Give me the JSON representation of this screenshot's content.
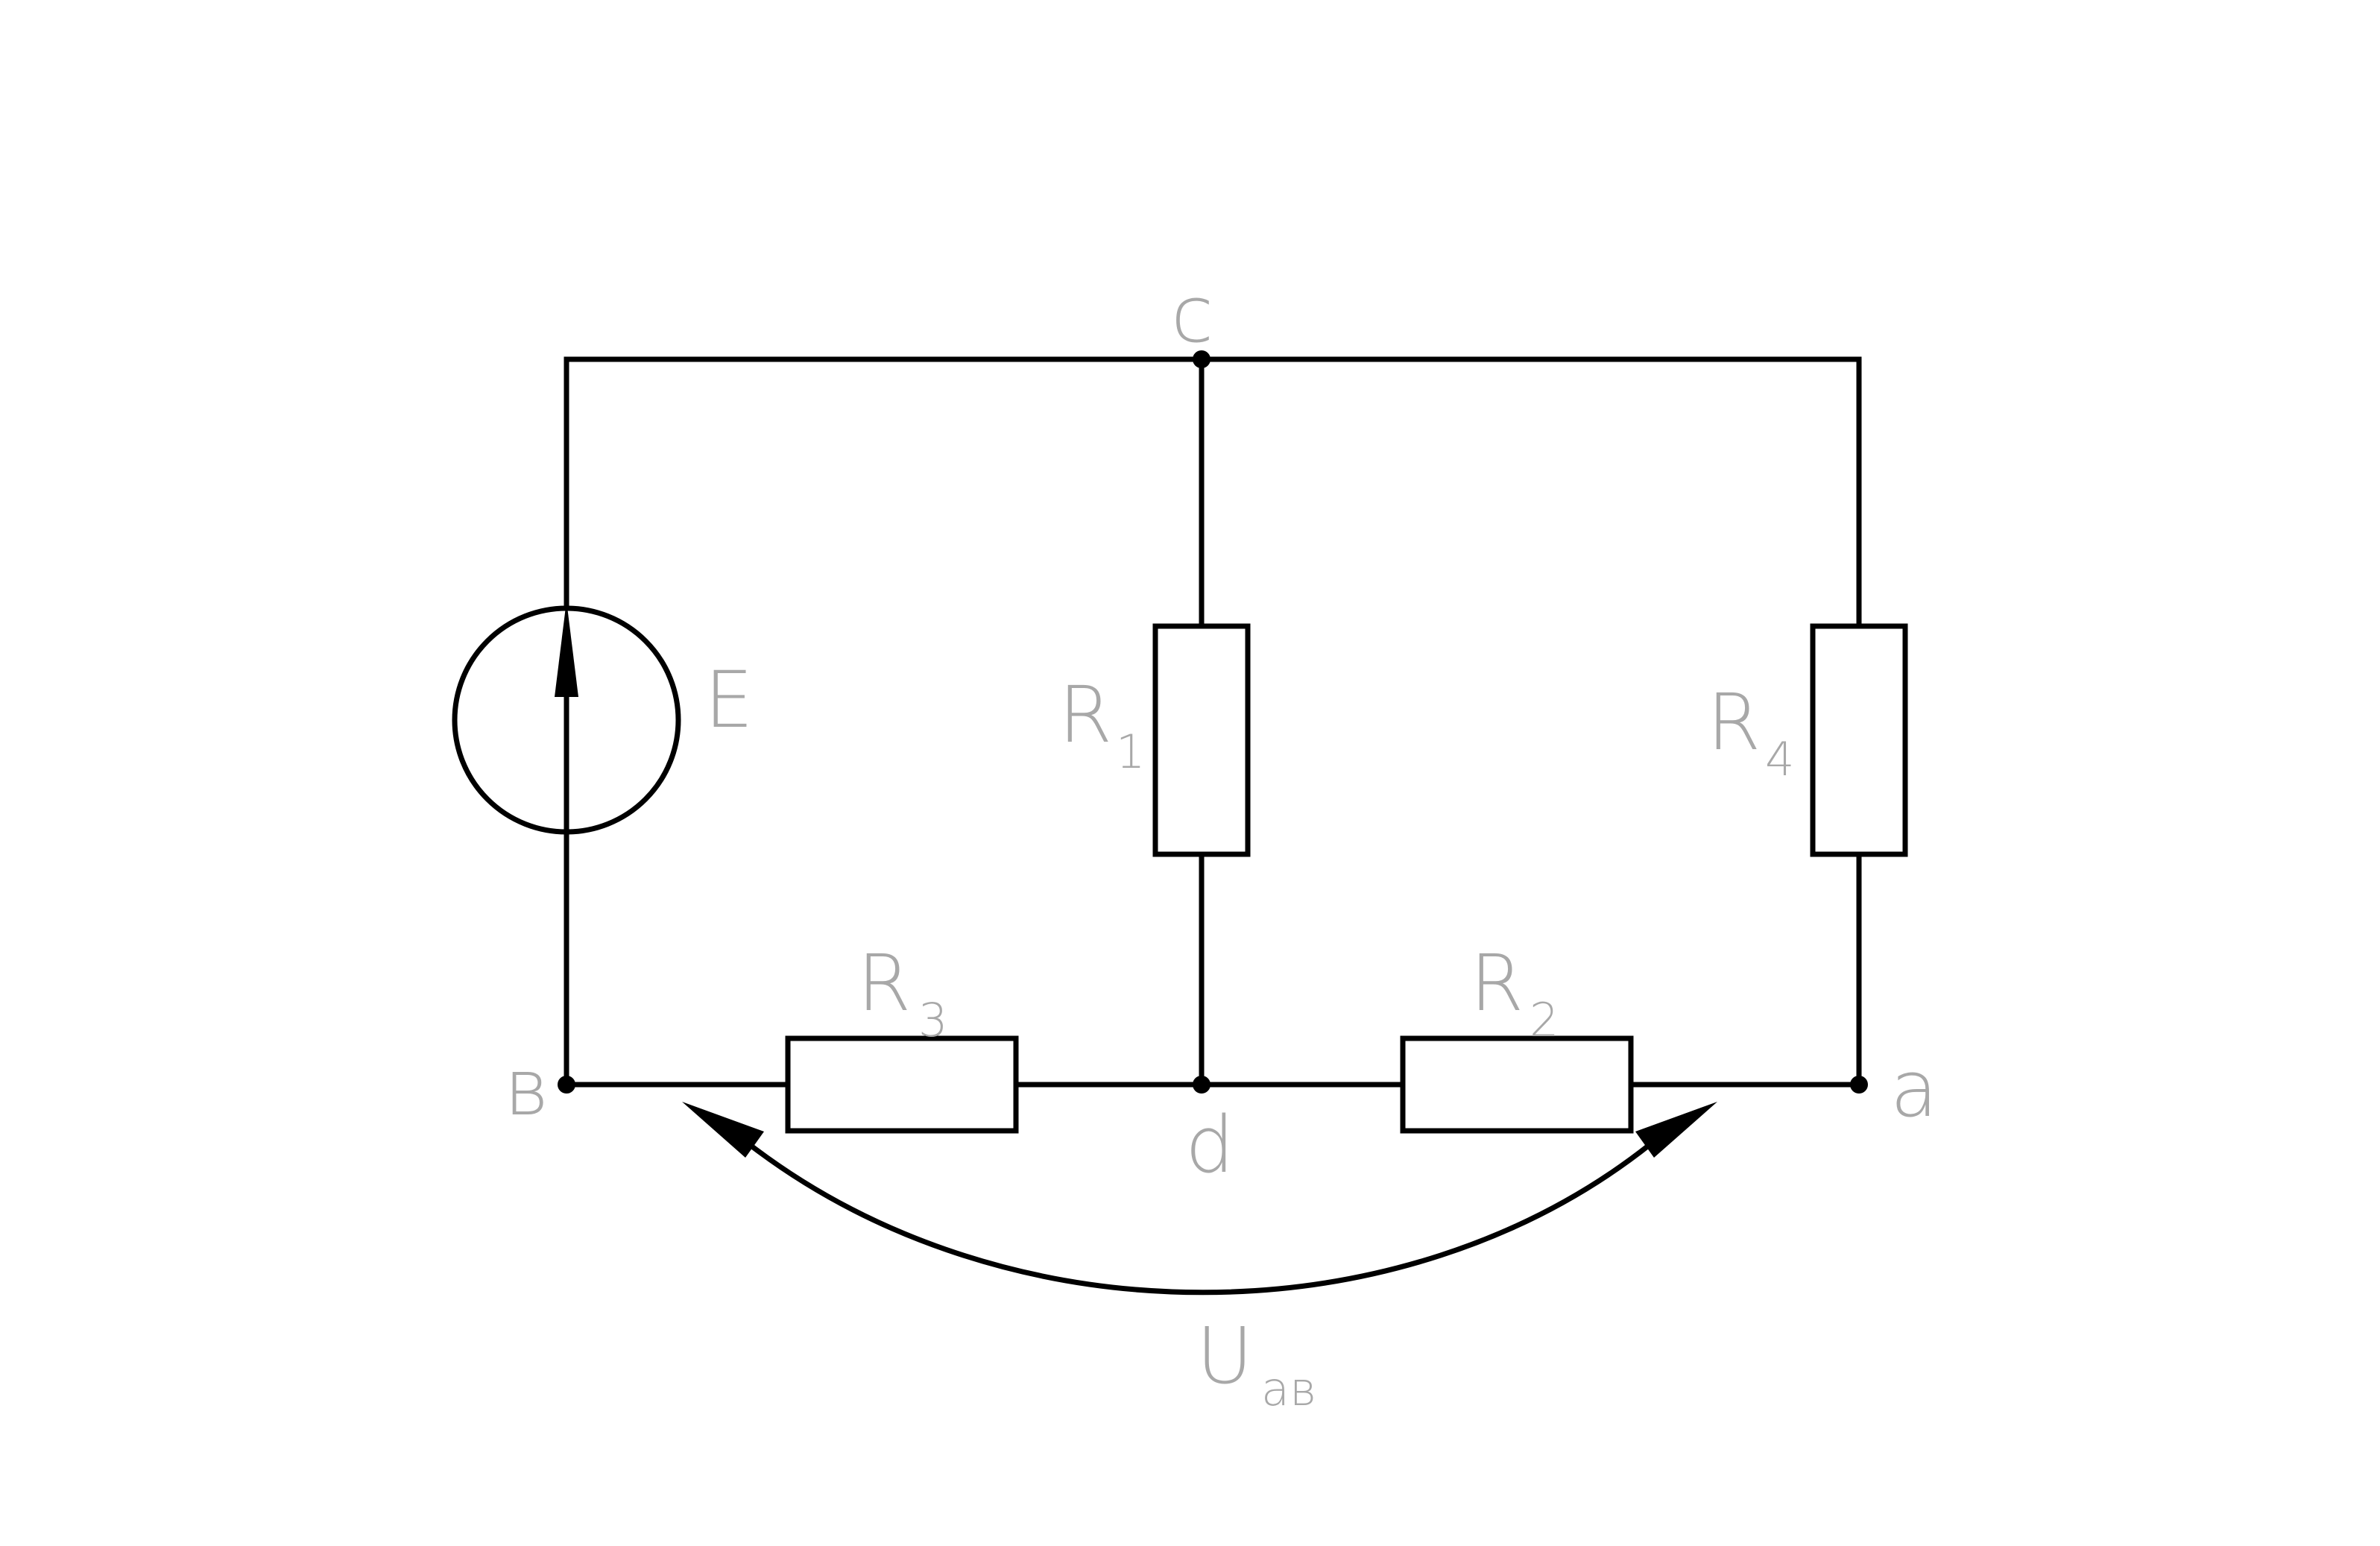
{
  "diagram": {
    "source": {
      "symbol": "E"
    },
    "resistors": [
      {
        "name": "R",
        "index": "1"
      },
      {
        "name": "R",
        "index": "2"
      },
      {
        "name": "R",
        "index": "3"
      },
      {
        "name": "R",
        "index": "4"
      }
    ],
    "nodes": {
      "a": "a",
      "b": "в",
      "c": "c",
      "d": "d"
    },
    "voltage": {
      "symbol": "U",
      "subscript": "ав"
    },
    "colors": {
      "wire": "#000000",
      "label": "#a8a8a8"
    }
  }
}
